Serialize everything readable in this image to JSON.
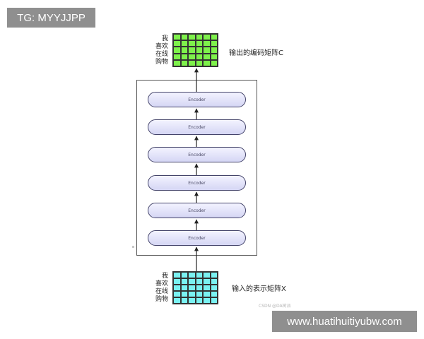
{
  "watermarks": {
    "tag": "TG: MYYJJPP",
    "domain": "www.huatihuitiyubw.com",
    "credit": "CSDN @DA树派"
  },
  "diagram": {
    "encoder_stack": [
      {
        "label": "Encoder"
      },
      {
        "label": "Encoder"
      },
      {
        "label": "Encoder"
      },
      {
        "label": "Encoder"
      },
      {
        "label": "Encoder"
      },
      {
        "label": "Encoder"
      }
    ],
    "output": {
      "label": "输出的编码矩阵C",
      "words": [
        "我",
        "喜欢",
        "在线",
        "购物"
      ],
      "color": "#7ef14b"
    },
    "input": {
      "label": "输入的表示矩阵X",
      "words": [
        "我",
        "喜欢",
        "在线",
        "购物"
      ],
      "color": "#7af2f2"
    }
  }
}
